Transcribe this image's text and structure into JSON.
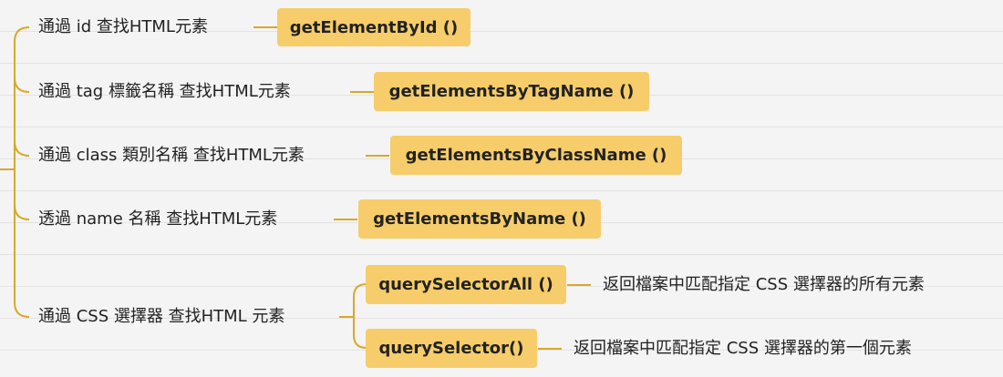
{
  "branches": [
    {
      "label": "通過 id 查找HTML元素",
      "method": "getElementById ()"
    },
    {
      "label": "通過 tag 標籤名稱 查找HTML元素",
      "method": "getElementsByTagName ()"
    },
    {
      "label": "通過 class 類別名稱 查找HTML元素",
      "method": "getElementsByClassName ()"
    },
    {
      "label": "透過 name 名稱 查找HTML元素",
      "method": "getElementsByName ()"
    },
    {
      "label": "通過 CSS 選擇器 查找HTML 元素",
      "children": [
        {
          "method": "querySelectorAll ()",
          "description": "返回檔案中匹配指定 CSS 選擇器的所有元素"
        },
        {
          "method": "querySelector()",
          "description": "返回檔案中匹配指定 CSS 選擇器的第一個元素"
        }
      ]
    }
  ],
  "colors": {
    "accent": "#f6cd6a",
    "line": "#d8a82a",
    "text": "#222222"
  }
}
